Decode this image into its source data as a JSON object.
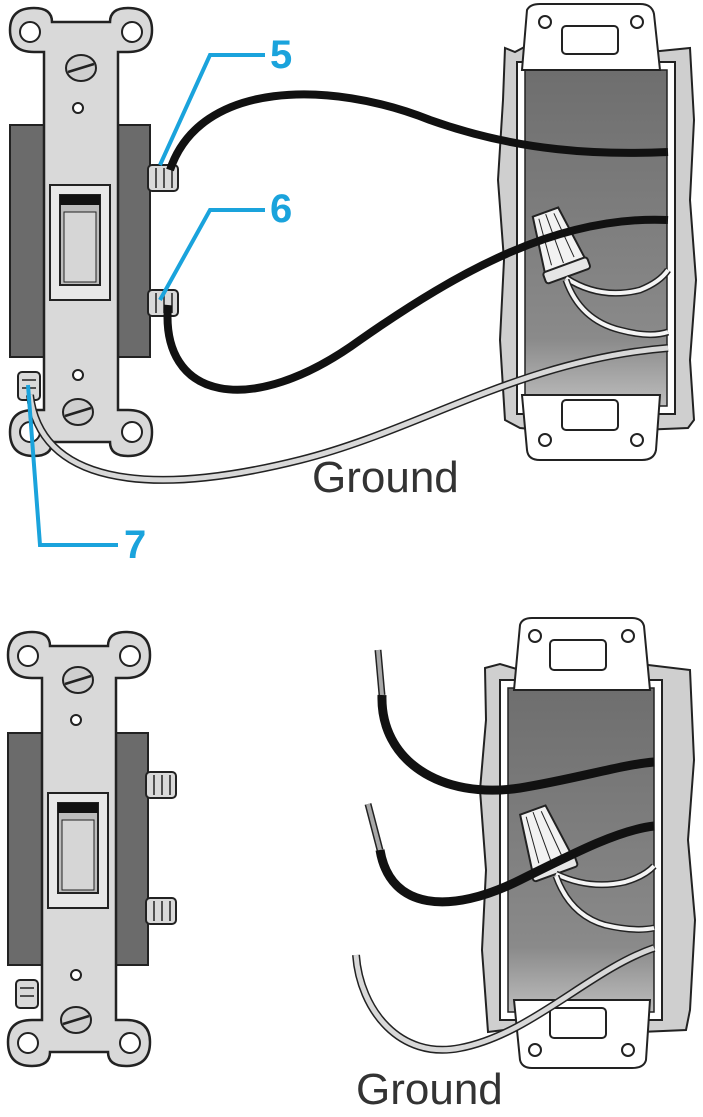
{
  "colors": {
    "callout": "#1aa3dc",
    "switch_strap": "#d9d9d9",
    "switch_body": "#6b6b6b",
    "box_interior": "#7a7a7a",
    "wall": "#cfcfcf",
    "black_wire": "#111111",
    "ground_wire": "#bfbfbf"
  },
  "top_panel": {
    "callouts": [
      "5",
      "6",
      "7"
    ],
    "ground_label": "Ground"
  },
  "bottom_panel": {
    "ground_label": "Ground"
  }
}
